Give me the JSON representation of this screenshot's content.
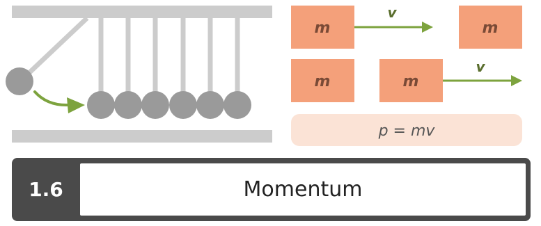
{
  "diagram": {
    "block_label": "m",
    "velocity_label": "v",
    "formula": "p = mv",
    "colors": {
      "frame": "#cccccc",
      "balls": "#9a9a9a",
      "arrow": "#7da33e",
      "block": "#f4a07a",
      "formula_bg": "#fbe3d6"
    }
  },
  "section": {
    "number": "1.6",
    "title": "Momentum"
  }
}
